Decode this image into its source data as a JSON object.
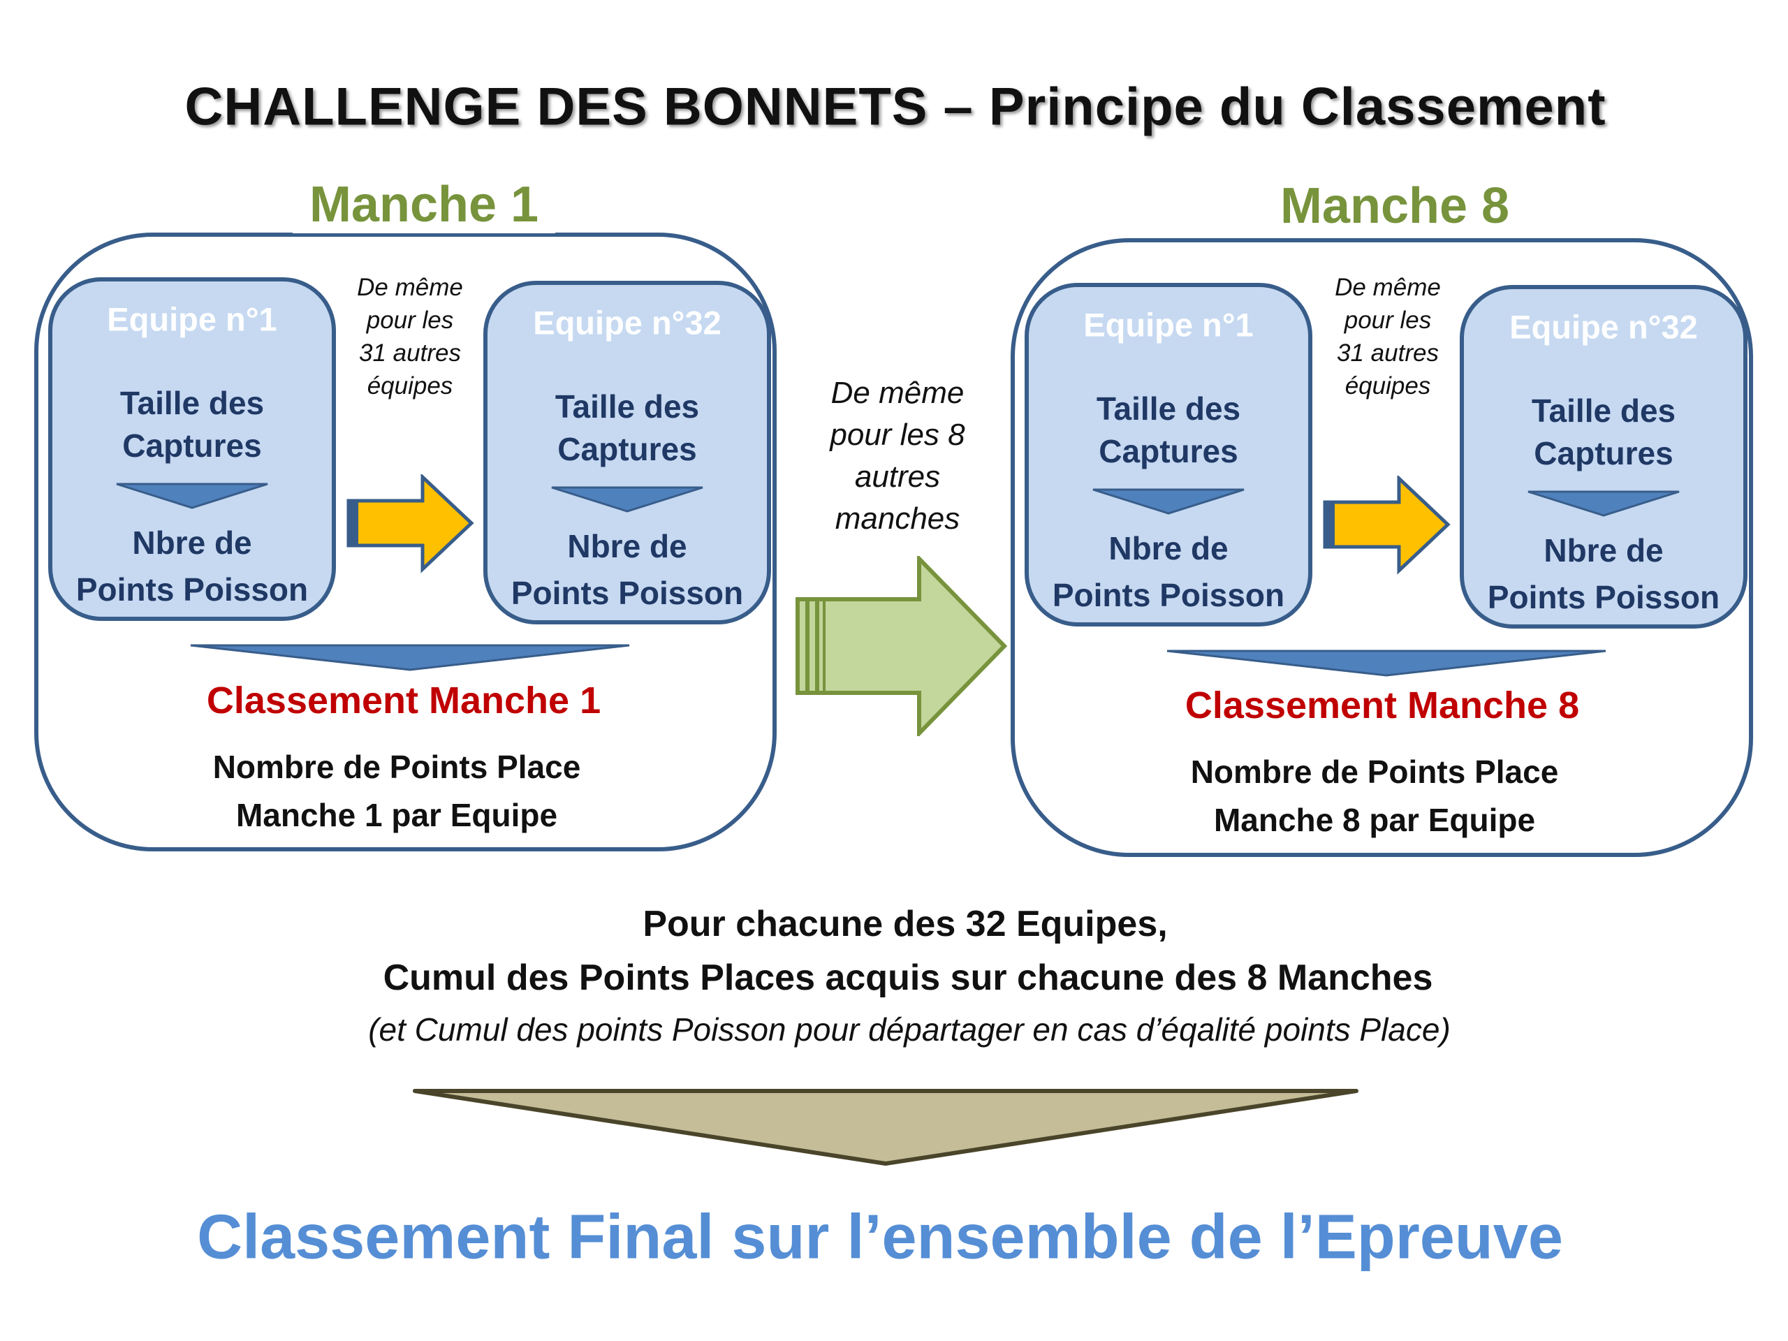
{
  "title": "CHALLENGE DES BONNETS – Principe du Classement",
  "manches": [
    {
      "title": "Manche 1",
      "team_first": {
        "name": "Equipe n°1",
        "line1": "Taille des",
        "line2": "Captures",
        "line3": "Nbre de",
        "line4": "Points Poisson"
      },
      "team_last": {
        "name": "Equipe n°32",
        "line1": "Taille des",
        "line2": "Captures",
        "line3": "Nbre de",
        "line4": "Points Poisson"
      },
      "between": [
        "De même",
        "pour les",
        "31 autres",
        "équipes"
      ],
      "classement": "Classement Manche 1",
      "points_line1": "Nombre de Points Place",
      "points_line2": "Manche 1 par Equipe"
    },
    {
      "title": "Manche 8",
      "team_first": {
        "name": "Equipe n°1",
        "line1": "Taille des",
        "line2": "Captures",
        "line3": "Nbre de",
        "line4": "Points Poisson"
      },
      "team_last": {
        "name": "Equipe n°32",
        "line1": "Taille des",
        "line2": "Captures",
        "line3": "Nbre de",
        "line4": "Points Poisson"
      },
      "between": [
        "De même",
        "pour les",
        "31 autres",
        "équipes"
      ],
      "classement": "Classement Manche 8",
      "points_line1": "Nombre de Points Place",
      "points_line2": "Manche 8 par Equipe"
    }
  ],
  "middle": [
    "De même",
    "pour les 8",
    "autres",
    "manches"
  ],
  "bottom": {
    "line1": "Pour chacune des 32 Equipes,",
    "line2": "Cumul des Points Places acquis sur chacune des 8 Manches",
    "line3": "(et Cumul des points Poisson pour départager en cas d’éqalité points Place)"
  },
  "final": "Classement Final sur l’ensemble de l’Epreuve",
  "colors": {
    "green": "#77933C",
    "red": "#C00000",
    "blue": "#558ED5",
    "box": "#C6D9F1",
    "border": "#385D8A",
    "yellow": "#FFC000",
    "khaki": "#C4BD97"
  }
}
